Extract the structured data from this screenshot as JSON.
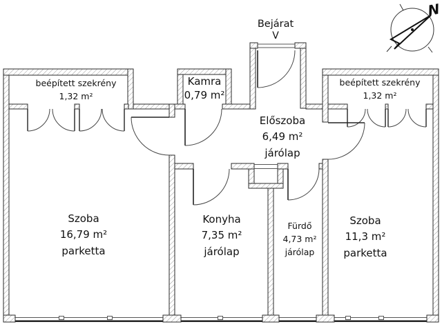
{
  "entrance": {
    "label": "Bejárat",
    "arrow_symbol": "V"
  },
  "compass": {
    "north_label": "N"
  },
  "rooms": {
    "wardrobe_left": {
      "name": "beépített szekrény",
      "area": "1,32 m²"
    },
    "kamra": {
      "name": "Kamra",
      "area": "0,79 m²"
    },
    "eloszoba": {
      "name": "Előszoba",
      "area": "6,49 m²",
      "floor": "járólap"
    },
    "szoba_left": {
      "name": "Szoba",
      "area": "16,79 m²",
      "floor": "parketta"
    },
    "konyha": {
      "name": "Konyha",
      "area": "7,35 m²",
      "floor": "járólap"
    },
    "furdo": {
      "name": "Fürdő",
      "area": "4,73 m²",
      "floor": "járólap"
    },
    "szoba_right": {
      "name": "Szoba",
      "area": "11,3 m²",
      "floor": "parketta"
    },
    "wardrobe_right": {
      "name": "beépített szekrény",
      "area": "1,32 m²"
    }
  },
  "colors": {
    "wall_outline": "#2a2a2a",
    "hatch_line": "#9a9a9a",
    "background": "#ffffff",
    "text": "#111111"
  }
}
